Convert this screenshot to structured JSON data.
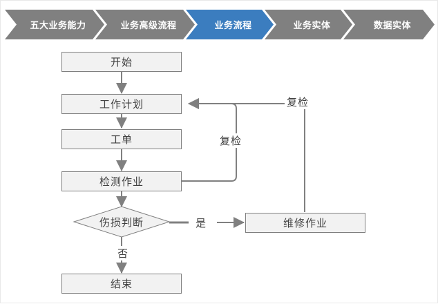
{
  "breadcrumb": {
    "active_color": "#3b7dbf",
    "inactive_color": "#808080",
    "items": [
      {
        "label": "五大业务能力",
        "active": false
      },
      {
        "label": "业务高级流程",
        "active": false
      },
      {
        "label": "业务流程",
        "active": true
      },
      {
        "label": "业务实体",
        "active": false
      },
      {
        "label": "数据实体",
        "active": false
      }
    ]
  },
  "flowchart": {
    "type": "flowchart",
    "node_fill": "#f2f2f2",
    "node_border": "#7f7f7f",
    "connector_color": "#808080",
    "nodes": [
      {
        "id": "start",
        "label": "开始",
        "shape": "rect"
      },
      {
        "id": "workplan",
        "label": "工作计划",
        "shape": "rect"
      },
      {
        "id": "workorder",
        "label": "工单",
        "shape": "rect"
      },
      {
        "id": "inspect",
        "label": "检测作业",
        "shape": "rect"
      },
      {
        "id": "decision",
        "label": "伤损判断",
        "shape": "diamond"
      },
      {
        "id": "repair",
        "label": "维修作业",
        "shape": "rect"
      },
      {
        "id": "end",
        "label": "结束",
        "shape": "rect"
      }
    ],
    "edges": [
      {
        "from": "start",
        "to": "workplan",
        "label": ""
      },
      {
        "from": "workplan",
        "to": "workorder",
        "label": ""
      },
      {
        "from": "workorder",
        "to": "inspect",
        "label": ""
      },
      {
        "from": "inspect",
        "to": "decision",
        "label": ""
      },
      {
        "from": "decision",
        "to": "repair",
        "label": "是"
      },
      {
        "from": "decision",
        "to": "end",
        "label": "否"
      },
      {
        "from": "inspect",
        "to": "workplan",
        "label": "复检"
      },
      {
        "from": "repair",
        "to": "workplan",
        "label": "复检"
      }
    ],
    "labels": {
      "yes": "是",
      "no": "否",
      "recheck_inner": "复检",
      "recheck_outer": "复检"
    }
  }
}
